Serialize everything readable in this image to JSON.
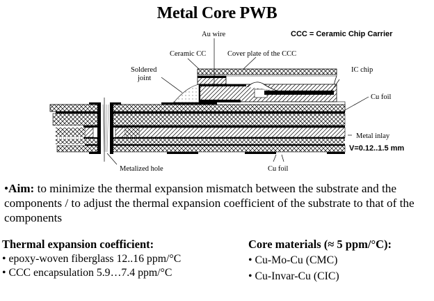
{
  "title": "Metal Core PWB",
  "diagram": {
    "labels": {
      "au_wire": "Au wire",
      "ccc_def": "CCC = Ceramic Chip Carrier",
      "ceramic_cc": "Ceramic CC",
      "cover_plate": "Cover plate of the CCC",
      "soldered_1": "Soldered",
      "soldered_2": "joint",
      "ic_chip": "IC chip",
      "cu_foil_top": "Cu foil",
      "metal_inlay": "Metal inlay",
      "thickness": "V=0.12..1.5  mm",
      "metalized_hole": "Metalized hole",
      "cu_foil_bottom": "Cu foil"
    }
  },
  "aim": {
    "bullet": "•",
    "label": "Aim:",
    "text": " to minimize the thermal expansion mismatch between the substrate and the components / to adjust the thermal expansion coefficient of the substrate to that of the components"
  },
  "thermal": {
    "heading": "Thermal expansion coefficient:",
    "items": [
      "• epoxy-woven fiberglass 12..16 ppm/°C",
      "• CCC encapsulation 5.9…7.4 ppm/°C"
    ]
  },
  "core": {
    "heading": "Core materials (≈ 5 ppm/°C):",
    "items": [
      "• Cu-Mo-Cu (CMC)",
      "• Cu-Invar-Cu (CIC)"
    ]
  }
}
